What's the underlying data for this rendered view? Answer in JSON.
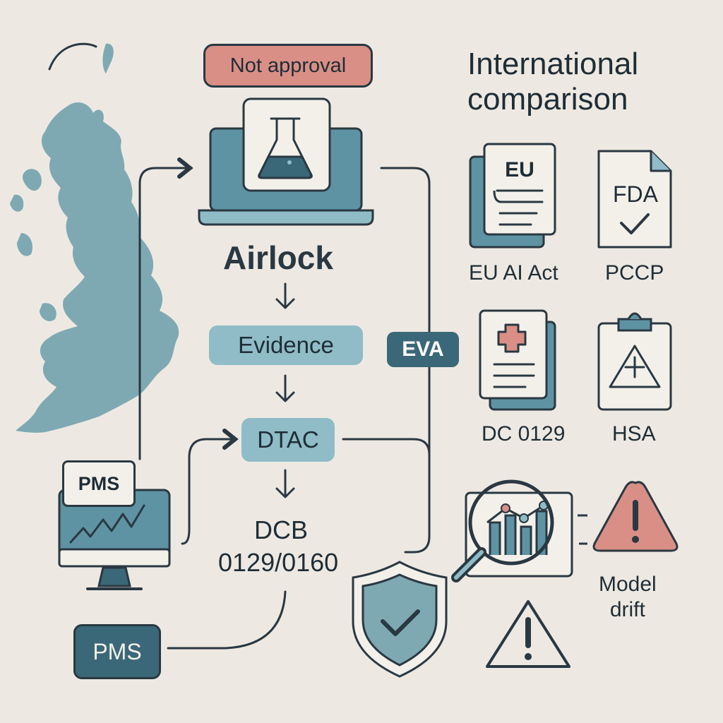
{
  "badges": {
    "not_approval": "Not approval"
  },
  "title": "International comparison",
  "flow": {
    "airlock": "Airlock",
    "evidence": "Evidence",
    "eva": "EVA",
    "dtac": "DTAC",
    "dcb_line1": "DCB",
    "dcb_line2": "0129/0160"
  },
  "pms": {
    "monitor_label": "PMS",
    "button_label": "PMS"
  },
  "comparison": {
    "eu_doc_label": "EU",
    "fda_doc_label": "FDA",
    "eu_ai_act": "EU AI Act",
    "pccp": "PCCP",
    "dc0129": "DC 0129",
    "hsa": "HSA",
    "model_drift": "Model\ndrift"
  },
  "colors": {
    "background": "#ede9e2",
    "teal_light": "#8fbcc6",
    "teal_mid": "#5e93a3",
    "teal_dark": "#3b6878",
    "outline": "#2a3842",
    "warning_red": "#d98f86",
    "map": "#7ea9b3"
  },
  "icons": [
    "uk-map-icon",
    "flask-laptop-icon",
    "monitor-chart-icon",
    "shield-check-icon",
    "eu-document-icon",
    "fda-document-icon",
    "medical-document-icon",
    "clipboard-warning-icon",
    "magnifier-chart-icon",
    "warning-triangle-icon"
  ]
}
